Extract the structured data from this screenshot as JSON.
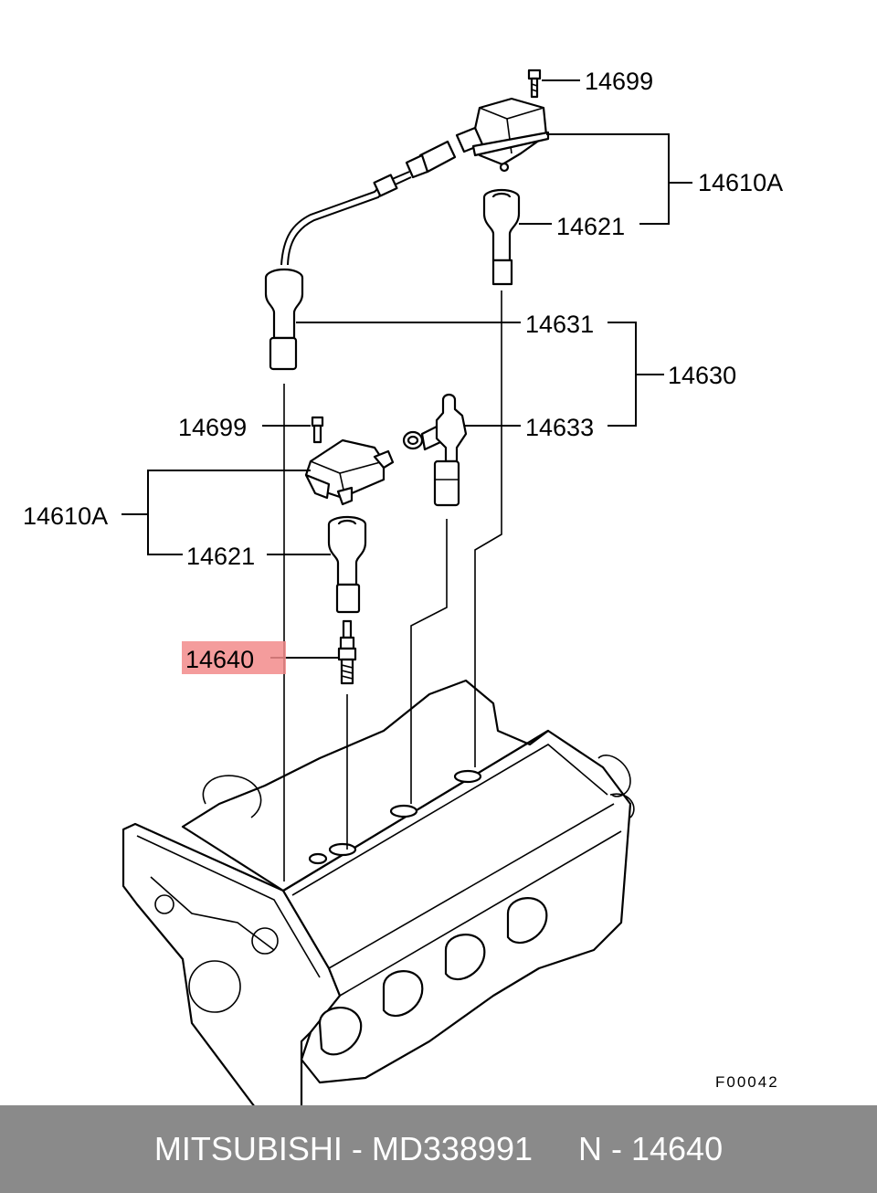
{
  "labels": {
    "bolt_top": "14699",
    "coil_top": "14610A",
    "boot_top": "14621",
    "cable_a": "14631",
    "cable_set": "14630",
    "bolt_mid": "14699",
    "cable_b": "14633",
    "coil_left": "14610A",
    "boot_mid": "14621",
    "spark_plug": "14640"
  },
  "figure_code": "F00042",
  "highlight_color": "#f28b8b",
  "footer": {
    "brand_part": "MITSUBISHI - MD338991",
    "ref": "N - 14640"
  }
}
